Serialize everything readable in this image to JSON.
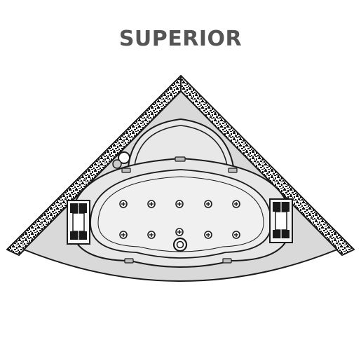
{
  "title": "SUPERIOR",
  "colors": {
    "title": "#555555",
    "outline": "#1a1a1a",
    "shell": "#d9d9d9",
    "basin": "#e6e6e6",
    "frame": "#ffffff"
  },
  "icons": {
    "wall_frame": "granite-wall-frame-icon",
    "bathtub": "corner-bathtub-icon",
    "headrest": "headrest-icon",
    "jet": "massage-jet-icon",
    "drain": "drain-icon",
    "control": "control-knob-icon"
  },
  "jets": {
    "top_row_count": 5,
    "bottom_row_count": 5
  }
}
